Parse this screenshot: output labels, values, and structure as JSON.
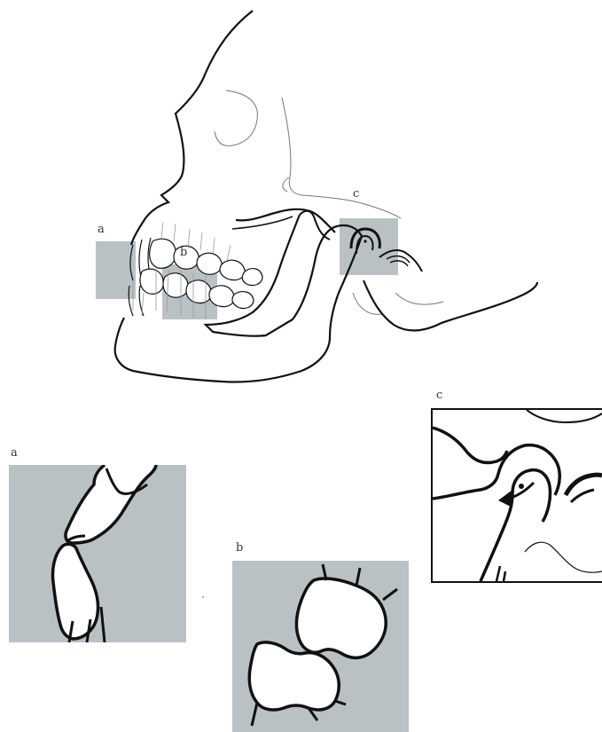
{
  "figure": {
    "label_a": "a",
    "label_b": "b",
    "label_c": "c",
    "colors": {
      "highlight": "#b9c1c5",
      "outline": "#111111",
      "thin_line": "#777777"
    }
  }
}
